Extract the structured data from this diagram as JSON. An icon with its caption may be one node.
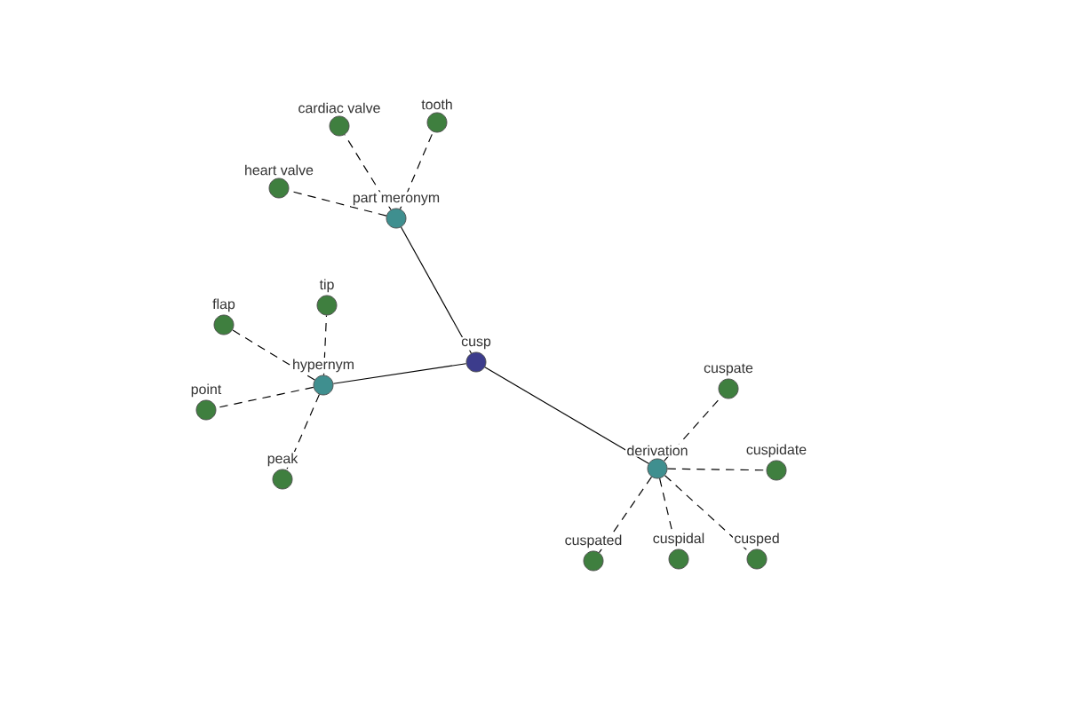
{
  "diagram": {
    "nodes": [
      {
        "text": [
          "cusp"
        ]
      },
      {
        "text": [
          "part meronym"
        ]
      },
      {
        "text": [
          "hypernym"
        ]
      },
      {
        "text": [
          "derivation"
        ]
      },
      {
        "text": [
          "cardiac valve"
        ]
      },
      {
        "text": [
          "tooth"
        ]
      },
      {
        "text": [
          "heart valve"
        ]
      },
      {
        "text": [
          "tip"
        ]
      },
      {
        "text": [
          "flap"
        ]
      },
      {
        "text": [
          "point"
        ]
      },
      {
        "text": [
          "peak"
        ]
      },
      {
        "text": [
          "cuspate"
        ]
      },
      {
        "text": [
          "cuspidate"
        ]
      },
      {
        "text": [
          "cuspated"
        ]
      },
      {
        "text": [
          "cuspidal"
        ]
      },
      {
        "text": [
          "cusped"
        ]
      }
    ],
    "edges": [
      {
        "from": 0,
        "to": 1,
        "arrow": "none"
      },
      {
        "from": 0,
        "to": 2,
        "arrow": "none"
      },
      {
        "from": 0,
        "to": 3,
        "arrow": "none"
      },
      {
        "from": 1,
        "to": 4,
        "arrow": "none",
        "style": "dashed"
      },
      {
        "from": 1,
        "to": 5,
        "arrow": "none",
        "style": "dashed"
      },
      {
        "from": 1,
        "to": 6,
        "arrow": "none",
        "style": "dashed"
      },
      {
        "from": 2,
        "to": 7,
        "arrow": "none",
        "style": "dashed"
      },
      {
        "from": 2,
        "to": 8,
        "arrow": "none",
        "style": "dashed"
      },
      {
        "from": 2,
        "to": 9,
        "arrow": "none",
        "style": "dashed"
      },
      {
        "from": 2,
        "to": 10,
        "arrow": "none",
        "style": "dashed"
      },
      {
        "from": 3,
        "to": 11,
        "arrow": "none",
        "style": "dashed"
      },
      {
        "from": 3,
        "to": 12,
        "arrow": "none",
        "style": "dashed"
      },
      {
        "from": 3,
        "to": 13,
        "arrow": "none",
        "style": "dashed"
      },
      {
        "from": 3,
        "to": 14,
        "arrow": "none",
        "style": "dashed"
      },
      {
        "from": 3,
        "to": 15,
        "arrow": "none",
        "style": "dashed"
      }
    ]
  }
}
